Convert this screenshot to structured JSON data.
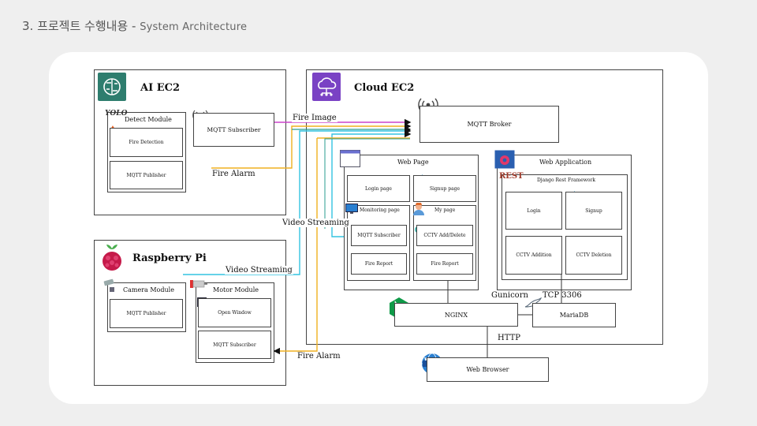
{
  "slide": {
    "title": "3. 프로젝트 수행내용 - ",
    "subtitle": "System Architecture"
  },
  "ai_ec2": {
    "title": "AI EC2",
    "detect_module": "Detect Module",
    "fire_detection": "Fire Detection",
    "mqtt_publisher": "MQTT Publisher",
    "mqtt_subscriber": "MQTT Subscriber",
    "yolo_logo": "YOLO"
  },
  "cloud_ec2": {
    "title": "Cloud EC2",
    "mqtt_broker": "MQTT Broker",
    "web_page": {
      "title": "Web Page",
      "login": "Login page",
      "signup": "Signup page",
      "monitoring": "Monitoring page",
      "my_page": "My page",
      "mqtt_subscriber": "MQTT Subscriber",
      "cctv_add_delete": "CCTV Add/Delete",
      "fire_report_1": "Fire Report",
      "fire_report_2": "Fire Report"
    },
    "web_app": {
      "title": "Web Application",
      "framework": "Django Rest Framework",
      "login": "Login",
      "signup": "Signup",
      "cctv_addition": "CCTV Addition",
      "cctv_deletion": "CCTV Deletion",
      "rest_logo": "REST"
    },
    "nginx": "NGINX",
    "mariadb": "MariaDB",
    "gunicorn": "Gunicorn",
    "tcp": "TCP 3306"
  },
  "raspberry_pi": {
    "title": "Raspberry Pi",
    "camera_module": "Camera Module",
    "mqtt_publisher": "MQTT Publisher",
    "motor_module": "Motor Module",
    "open_window": "Open Window",
    "mqtt_subscriber": "MQTT Subscriber"
  },
  "http": "HTTP",
  "web_browser": "Web Browser",
  "www_logo": "www",
  "edges": {
    "fire_image": "Fire Image",
    "fire_alarm_ai": "Fire Alarm",
    "video_streaming_web": "Video Streaming",
    "video_streaming_pi": "Video Streaming",
    "fire_alarm_pi": "Fire Alarm"
  },
  "colors": {
    "fire_image": "#cc44cc",
    "fire_alarm": "#f0b020",
    "video_streaming": "#33c3e0",
    "broker_link": "#2a9d8f",
    "ai_icon": "#2e7d6e",
    "cloud_icon": "#7a42c4"
  }
}
